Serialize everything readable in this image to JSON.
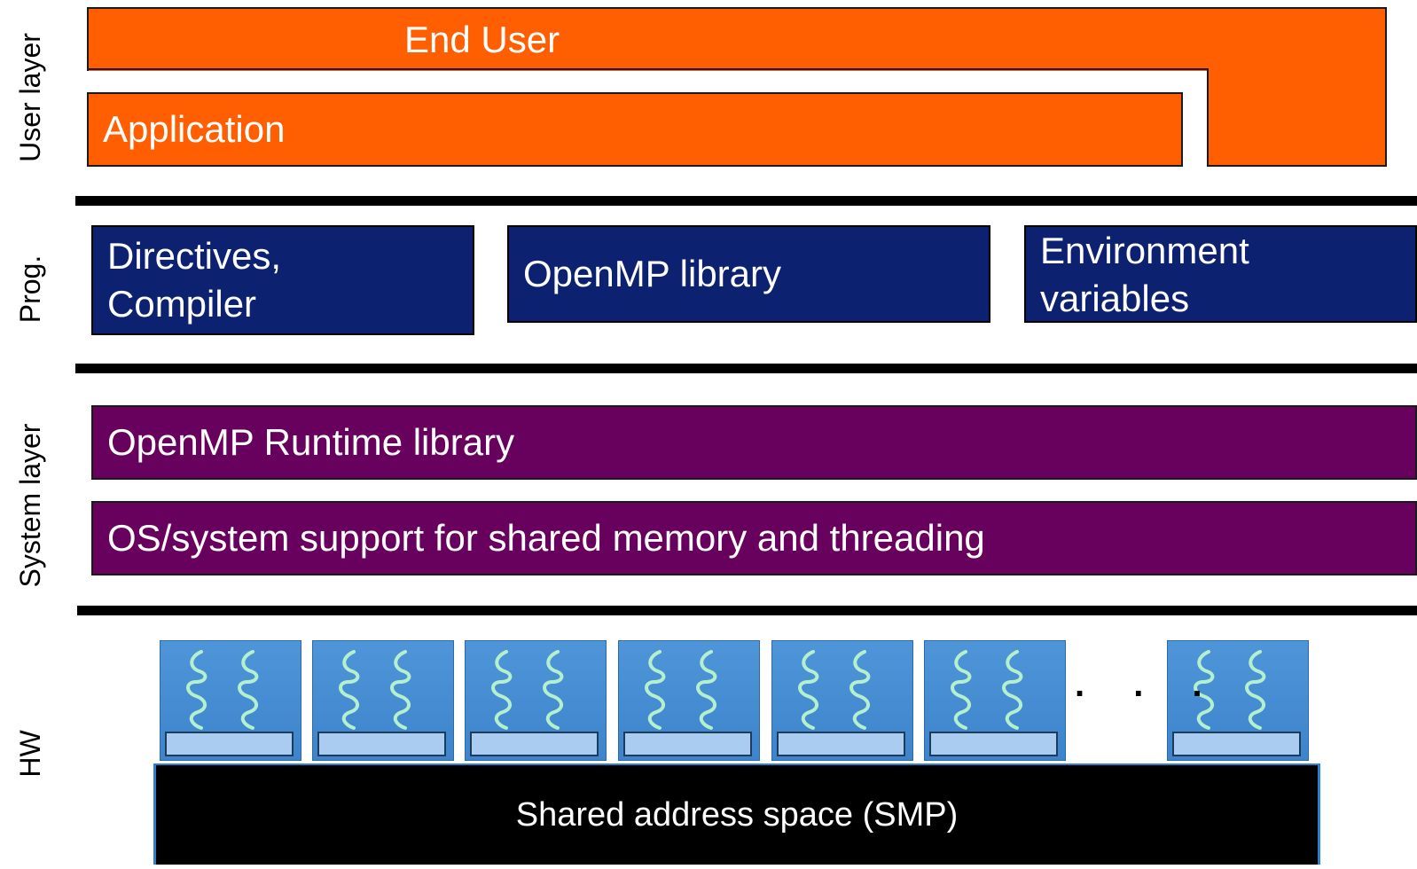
{
  "side_labels": {
    "user_layer": "User layer",
    "prog": "Prog.",
    "system_layer": "System layer",
    "hw": "HW"
  },
  "user_layer": {
    "end_user": "End User",
    "application": "Application"
  },
  "prog_layer": {
    "directives_line1": "Directives,",
    "directives_line2": "Compiler",
    "openmp_library": "OpenMP library",
    "env_line1": "Environment",
    "env_line2": "variables"
  },
  "system_layer": {
    "runtime": "OpenMP Runtime library",
    "os_support": "OS/system support for shared memory and threading"
  },
  "hardware": {
    "ellipsis": ". . .",
    "shared_memory": "Shared address space (SMP)",
    "core_count_shown": 7
  },
  "colors": {
    "user_layer": "#ff5f00",
    "prog_layer": "#0c2270",
    "system_layer": "#68005e",
    "core": "#4f95d8",
    "cache": "#a9ccf0",
    "thread": "#b4f0cc"
  }
}
